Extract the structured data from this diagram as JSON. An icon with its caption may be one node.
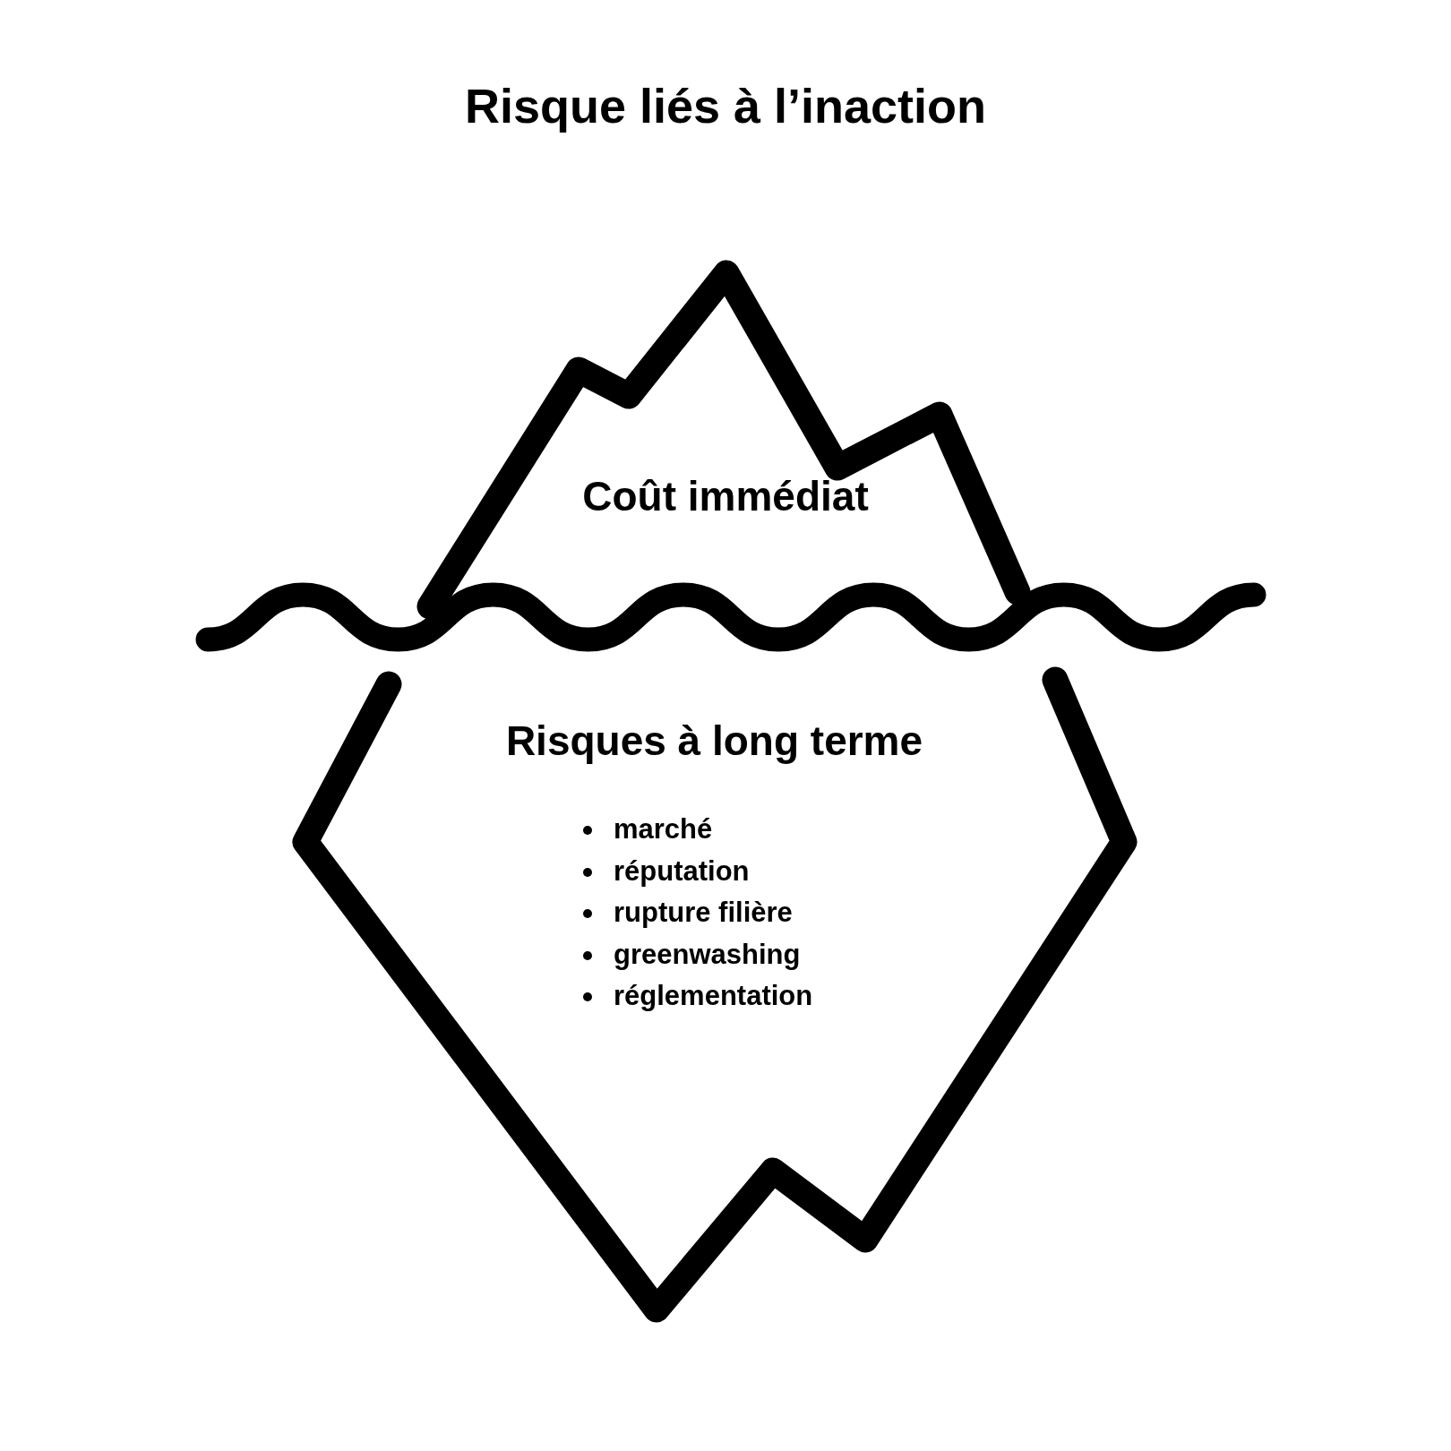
{
  "diagram": {
    "title": "Risque liés à l’inaction",
    "nodes": [
      {
        "text": [
          "Coût immédiat"
        ]
      },
      {
        "text": [
          "Risques à long terme",
          "marché",
          "réputation",
          "rupture filière",
          "greenwashing",
          "réglementation"
        ]
      }
    ]
  }
}
